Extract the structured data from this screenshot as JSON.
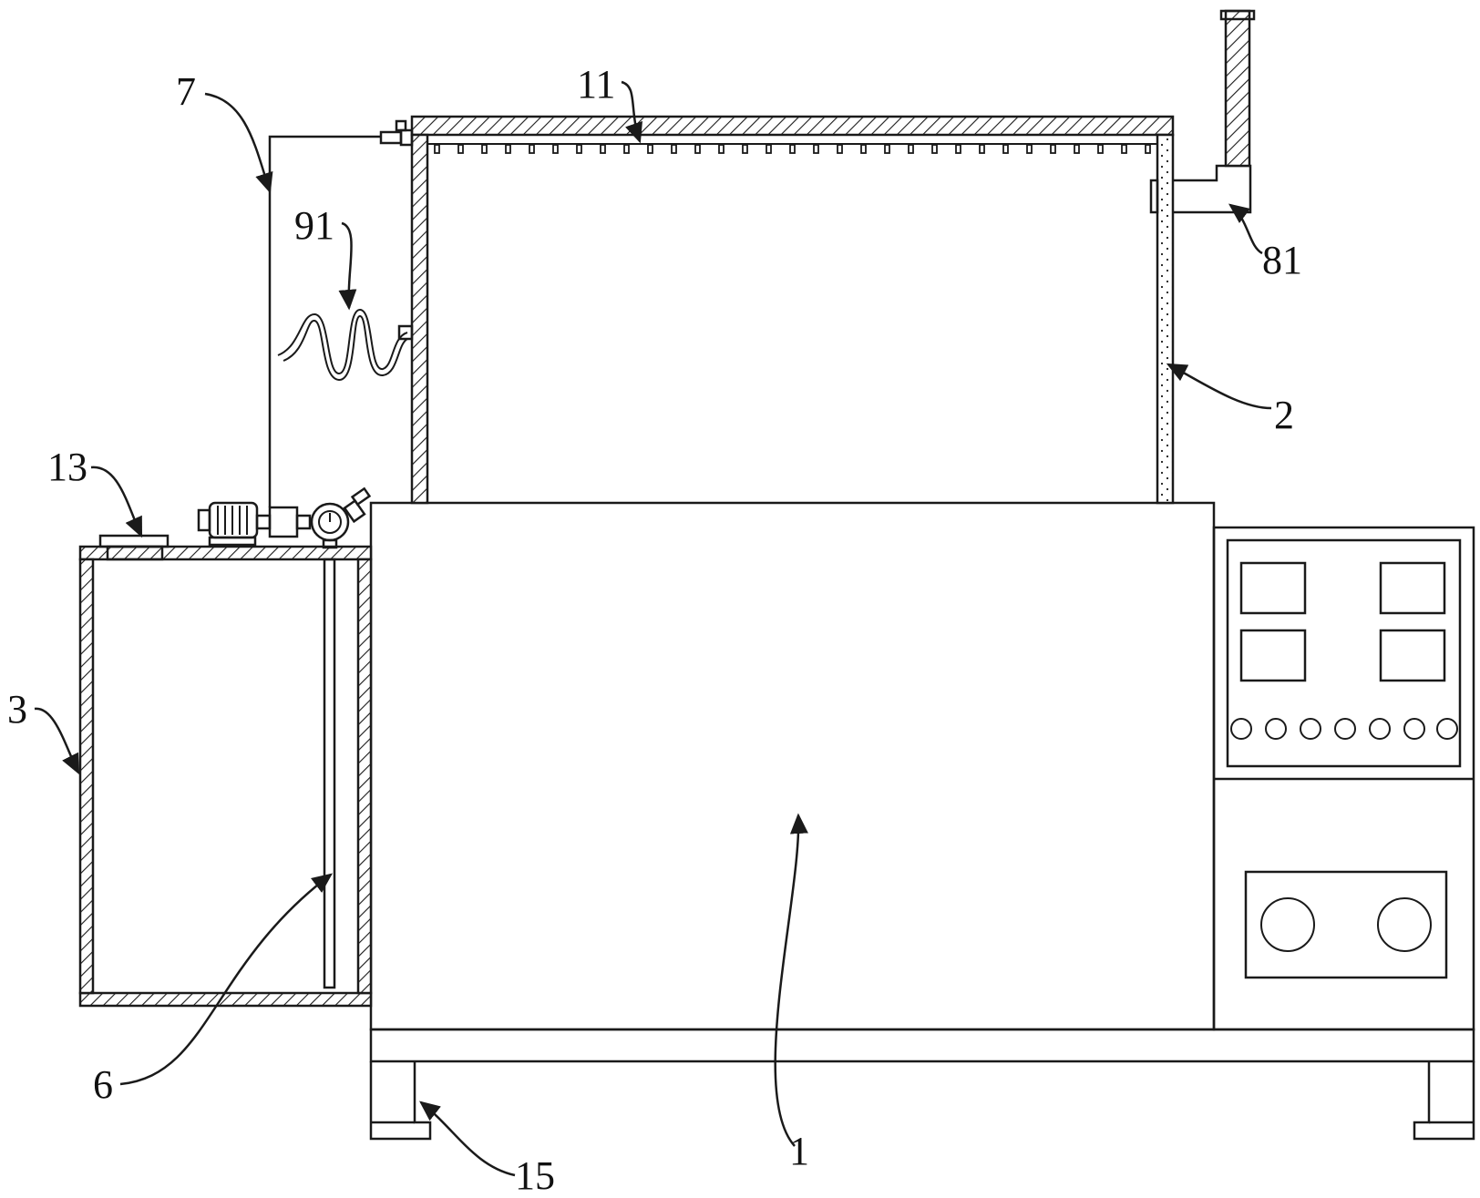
{
  "diagram": {
    "labels": {
      "main_body": "1",
      "upper_chamber": "2",
      "reservoir_tank": "3",
      "dip_tube": "6",
      "supply_pipe": "7",
      "top_manifold": "11",
      "fill_cap": "13",
      "support_foot": "15",
      "exhaust_outlet": "81",
      "coiled_hose": "91"
    },
    "colors": {
      "line": "#1a1a1a",
      "background": "#ffffff"
    }
  }
}
